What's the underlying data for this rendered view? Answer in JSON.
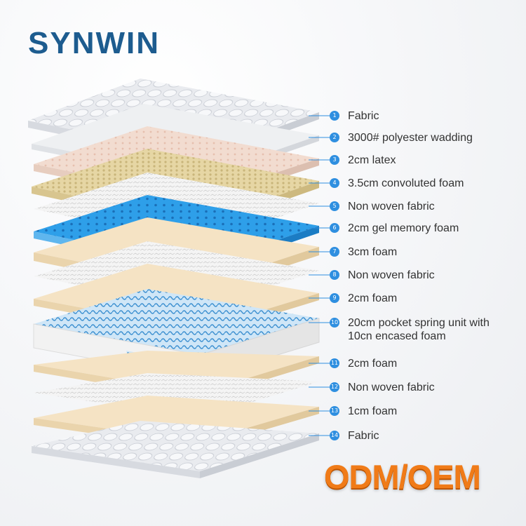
{
  "brand": {
    "logo_text": "SYNWIN"
  },
  "badge": {
    "text": "ODM/OEM"
  },
  "layers": [
    {
      "num": "1",
      "label": "Fabric"
    },
    {
      "num": "2",
      "label": "3000# polyester wadding"
    },
    {
      "num": "3",
      "label": "2cm latex"
    },
    {
      "num": "4",
      "label": "3.5cm convoluted foam"
    },
    {
      "num": "5",
      "label": "Non woven fabric"
    },
    {
      "num": "6",
      "label": "2cm gel memory foam"
    },
    {
      "num": "7",
      "label": "3cm foam"
    },
    {
      "num": "8",
      "label": "Non woven fabric"
    },
    {
      "num": "9",
      "label": "2cm foam"
    },
    {
      "num": "10",
      "label": "20cm pocket spring unit with 10cn encased foam"
    },
    {
      "num": "11",
      "label": "2cm foam"
    },
    {
      "num": "12",
      "label": "Non woven fabric"
    },
    {
      "num": "13",
      "label": "1cm foam"
    },
    {
      "num": "14",
      "label": "Fabric"
    }
  ],
  "colors": {
    "accent": "#2f8fe0",
    "brand": "#1d5c8f",
    "foam": "#f4e2c2",
    "latex": "#f1d9cc",
    "gel": "#2b9be8",
    "convoluted": "#e3d19a",
    "fabric": "#e8eaee",
    "badge": "#f07b18"
  }
}
